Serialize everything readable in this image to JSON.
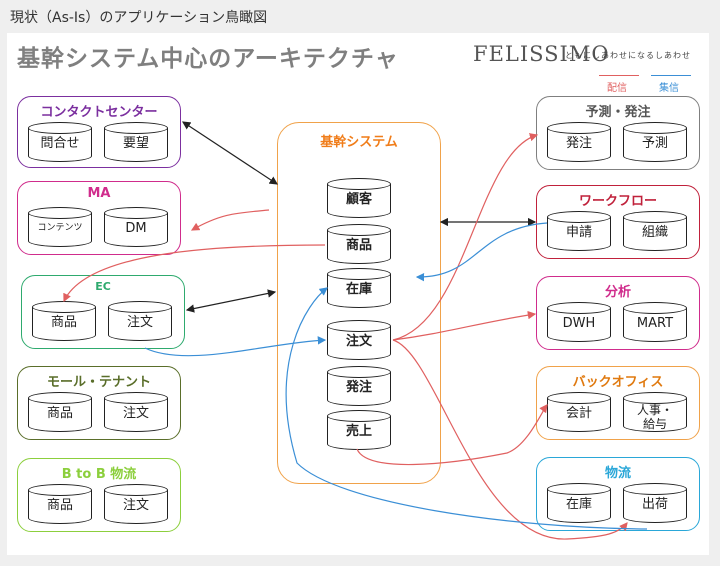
{
  "page_heading": "現状（As-Is）のアプリケーション鳥瞰図",
  "slide": {
    "title": "基幹システム中心のアーキテクチャ",
    "brand_logo": "FELISSIMO",
    "brand_tagline": "ともにしあわせになるしあわせ"
  },
  "legend": {
    "deliver": "配信",
    "collect": "集信",
    "deliver_color": "#e06060",
    "collect_color": "#3b8fd6"
  },
  "core": {
    "label": "基幹システム",
    "databases": [
      "顧客",
      "商品",
      "在庫",
      "注文",
      "発注",
      "売上"
    ]
  },
  "left_groups": [
    {
      "label": "コンタクトセンター",
      "color": "#7b2f9f",
      "databases": [
        "問合せ",
        "要望"
      ]
    },
    {
      "label": "MA",
      "color": "#d02c8c",
      "databases": [
        "コンテンツ",
        "DM"
      ]
    },
    {
      "label": "EC",
      "color": "#2eaa6e",
      "databases": [
        "商品",
        "注文"
      ]
    },
    {
      "label": "モール・テナント",
      "color": "#5a6e2a",
      "databases": [
        "商品",
        "注文"
      ]
    },
    {
      "label": "B to B 物流",
      "color": "#8ccf3d",
      "databases": [
        "商品",
        "注文"
      ]
    }
  ],
  "right_groups": [
    {
      "label": "予測・発注",
      "color": "#7f7f7f",
      "databases": [
        "発注",
        "予測"
      ]
    },
    {
      "label": "ワークフロー",
      "color": "#c0213b",
      "databases": [
        "申請",
        "組織"
      ]
    },
    {
      "label": "分析",
      "color": "#d02c8c",
      "databases": [
        "DWH",
        "MART"
      ]
    },
    {
      "label": "バックオフィス",
      "color": "#f0a24a",
      "databases": [
        "会計",
        "人事・給与"
      ]
    },
    {
      "label": "物流",
      "color": "#2aa7d8",
      "databases": [
        "在庫",
        "出荷"
      ]
    }
  ]
}
